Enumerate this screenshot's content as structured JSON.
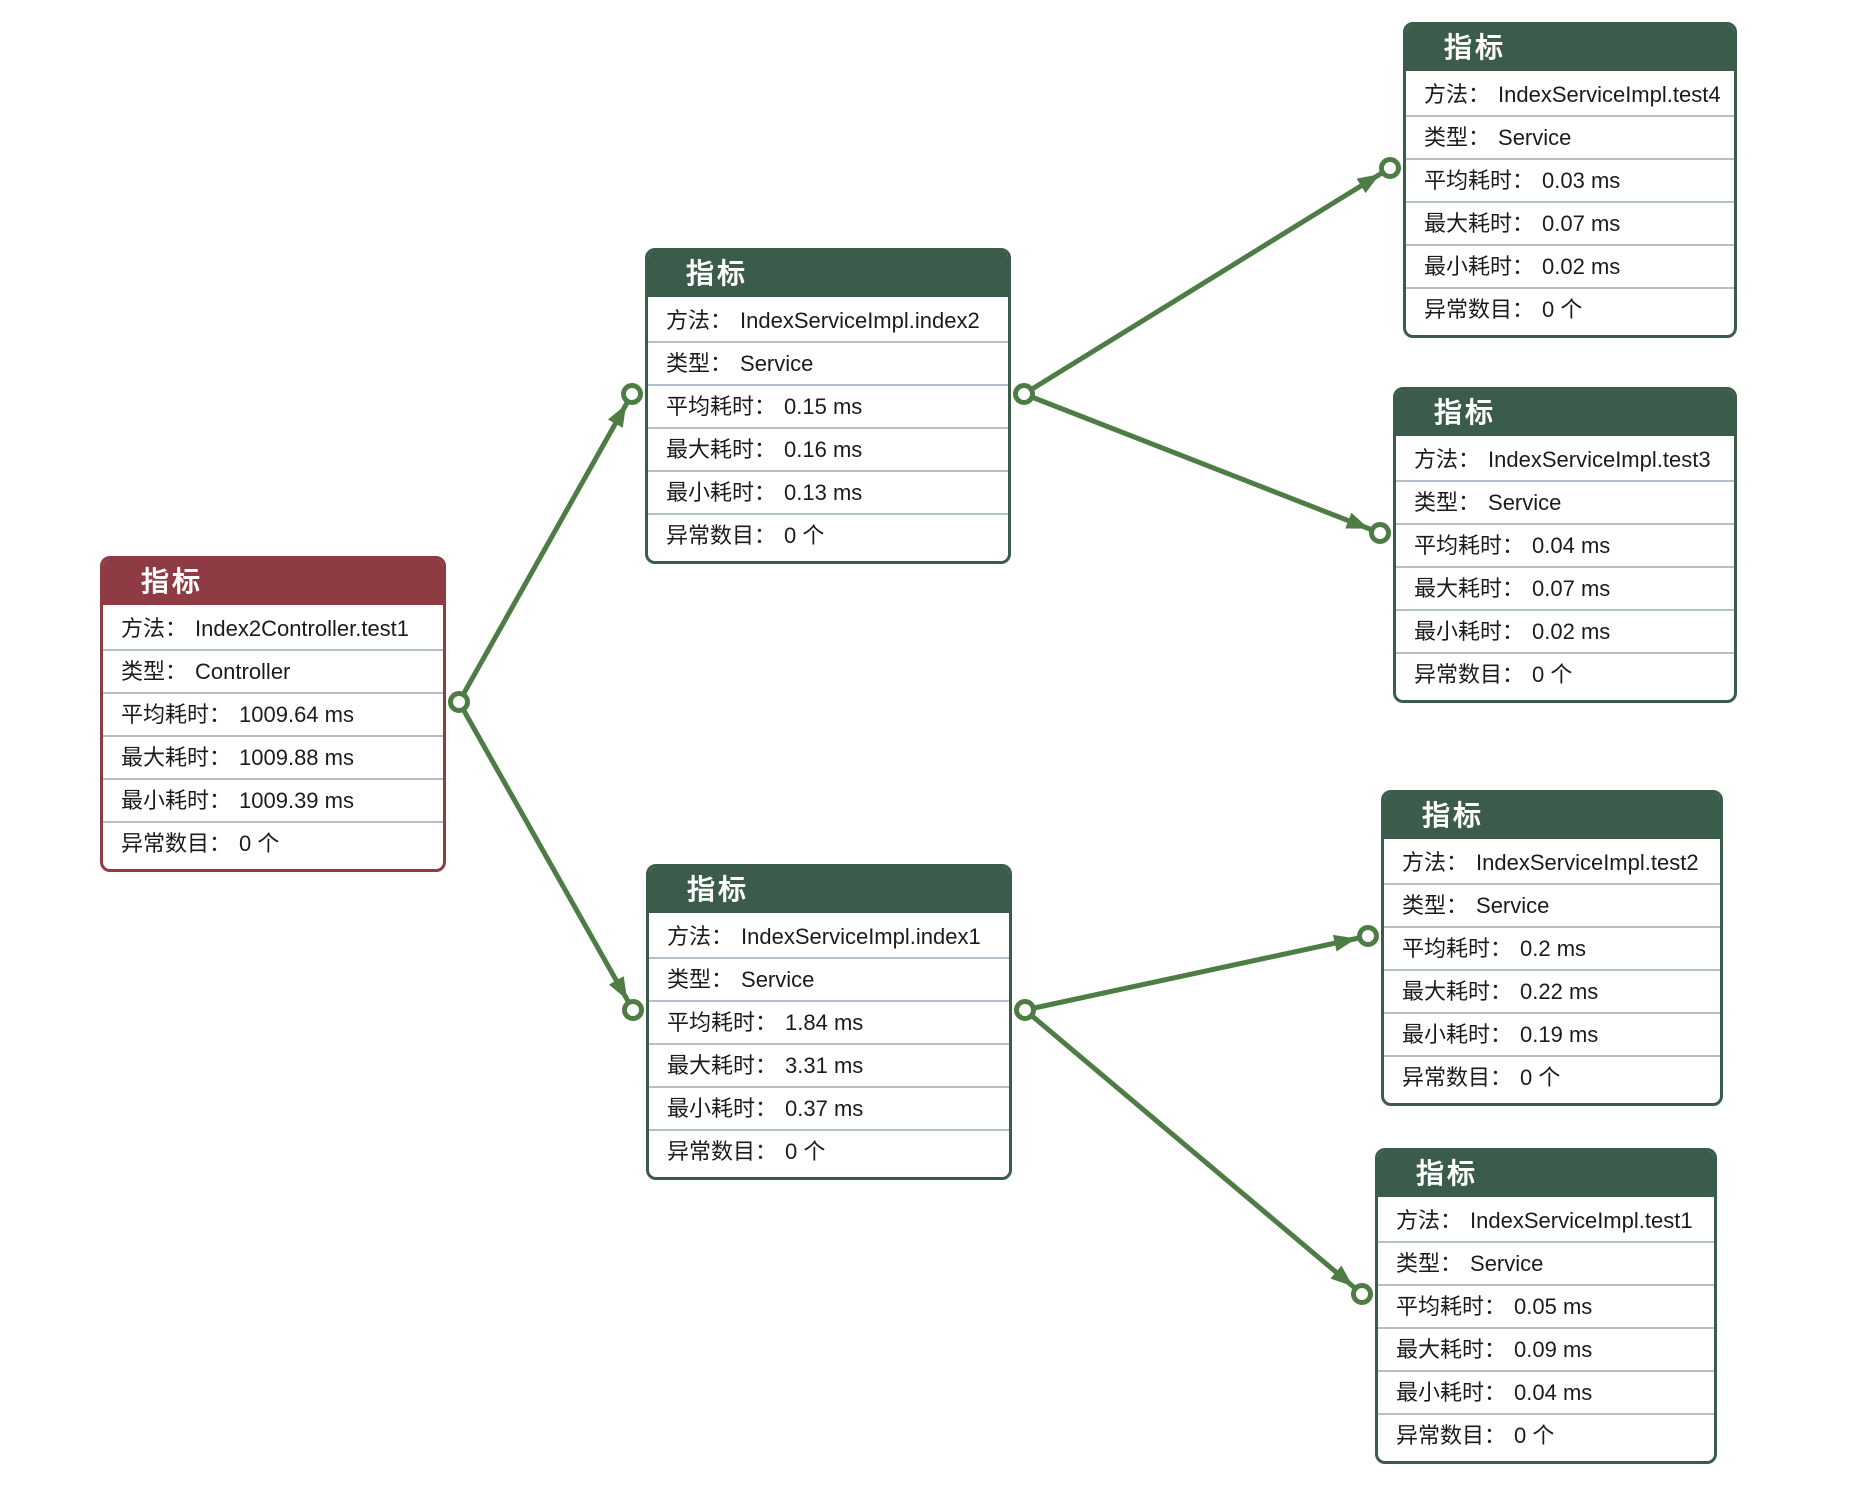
{
  "diagram": {
    "colors": {
      "node_header_green": "#3b5c4b",
      "node_header_red": "#8e3b44",
      "edge_green": "#4d7c44",
      "row_divider": "#b4bfc9",
      "body_text": "#1b1b1b",
      "header_text": "#ffffff",
      "canvas_background": "#ffffff"
    },
    "nodes": [
      {
        "id": "controller-test1",
        "theme": "red",
        "title": "指标",
        "rows": [
          {
            "label": "方法：",
            "value": "Index2Controller.test1"
          },
          {
            "label": "类型：",
            "value": "Controller"
          },
          {
            "label": "平均耗时：",
            "value": "1009.64 ms"
          },
          {
            "label": "最大耗时：",
            "value": "1009.88 ms"
          },
          {
            "label": "最小耗时：",
            "value": "1009.39 ms"
          },
          {
            "label": "异常数目：",
            "value": "0 个"
          }
        ]
      },
      {
        "id": "service-index2",
        "theme": "green",
        "title": "指标",
        "rows": [
          {
            "label": "方法：",
            "value": "IndexServiceImpl.index2"
          },
          {
            "label": "类型：",
            "value": "Service"
          },
          {
            "label": "平均耗时：",
            "value": "0.15 ms"
          },
          {
            "label": "最大耗时：",
            "value": "0.16 ms"
          },
          {
            "label": "最小耗时：",
            "value": "0.13 ms"
          },
          {
            "label": "异常数目：",
            "value": "0 个"
          }
        ]
      },
      {
        "id": "service-index1",
        "theme": "green",
        "title": "指标",
        "rows": [
          {
            "label": "方法：",
            "value": "IndexServiceImpl.index1"
          },
          {
            "label": "类型：",
            "value": "Service"
          },
          {
            "label": "平均耗时：",
            "value": "1.84 ms"
          },
          {
            "label": "最大耗时：",
            "value": "3.31 ms"
          },
          {
            "label": "最小耗时：",
            "value": "0.37 ms"
          },
          {
            "label": "异常数目：",
            "value": "0 个"
          }
        ]
      },
      {
        "id": "service-test4",
        "theme": "green",
        "title": "指标",
        "rows": [
          {
            "label": "方法：",
            "value": "IndexServiceImpl.test4"
          },
          {
            "label": "类型：",
            "value": "Service"
          },
          {
            "label": "平均耗时：",
            "value": "0.03 ms"
          },
          {
            "label": "最大耗时：",
            "value": "0.07 ms"
          },
          {
            "label": "最小耗时：",
            "value": "0.02 ms"
          },
          {
            "label": "异常数目：",
            "value": "0 个"
          }
        ]
      },
      {
        "id": "service-test3",
        "theme": "green",
        "title": "指标",
        "rows": [
          {
            "label": "方法：",
            "value": "IndexServiceImpl.test3"
          },
          {
            "label": "类型：",
            "value": "Service"
          },
          {
            "label": "平均耗时：",
            "value": "0.04 ms"
          },
          {
            "label": "最大耗时：",
            "value": "0.07 ms"
          },
          {
            "label": "最小耗时：",
            "value": "0.02 ms"
          },
          {
            "label": "异常数目：",
            "value": "0 个"
          }
        ]
      },
      {
        "id": "service-test2",
        "theme": "green",
        "title": "指标",
        "rows": [
          {
            "label": "方法：",
            "value": "IndexServiceImpl.test2"
          },
          {
            "label": "类型：",
            "value": "Service"
          },
          {
            "label": "平均耗时：",
            "value": "0.2 ms"
          },
          {
            "label": "最大耗时：",
            "value": "0.22 ms"
          },
          {
            "label": "最小耗时：",
            "value": "0.19 ms"
          },
          {
            "label": "异常数目：",
            "value": "0 个"
          }
        ]
      },
      {
        "id": "service-test1",
        "theme": "green",
        "title": "指标",
        "rows": [
          {
            "label": "方法：",
            "value": "IndexServiceImpl.test1"
          },
          {
            "label": "类型：",
            "value": "Service"
          },
          {
            "label": "平均耗时：",
            "value": "0.05 ms"
          },
          {
            "label": "最大耗时：",
            "value": "0.09 ms"
          },
          {
            "label": "最小耗时：",
            "value": "0.04 ms"
          },
          {
            "label": "异常数目：",
            "value": "0 个"
          }
        ]
      }
    ],
    "edges": [
      {
        "from": "controller-test1",
        "to": "service-index2"
      },
      {
        "from": "controller-test1",
        "to": "service-index1"
      },
      {
        "from": "service-index2",
        "to": "service-test4"
      },
      {
        "from": "service-index2",
        "to": "service-test3"
      },
      {
        "from": "service-index1",
        "to": "service-test2"
      },
      {
        "from": "service-index1",
        "to": "service-test1"
      }
    ]
  }
}
